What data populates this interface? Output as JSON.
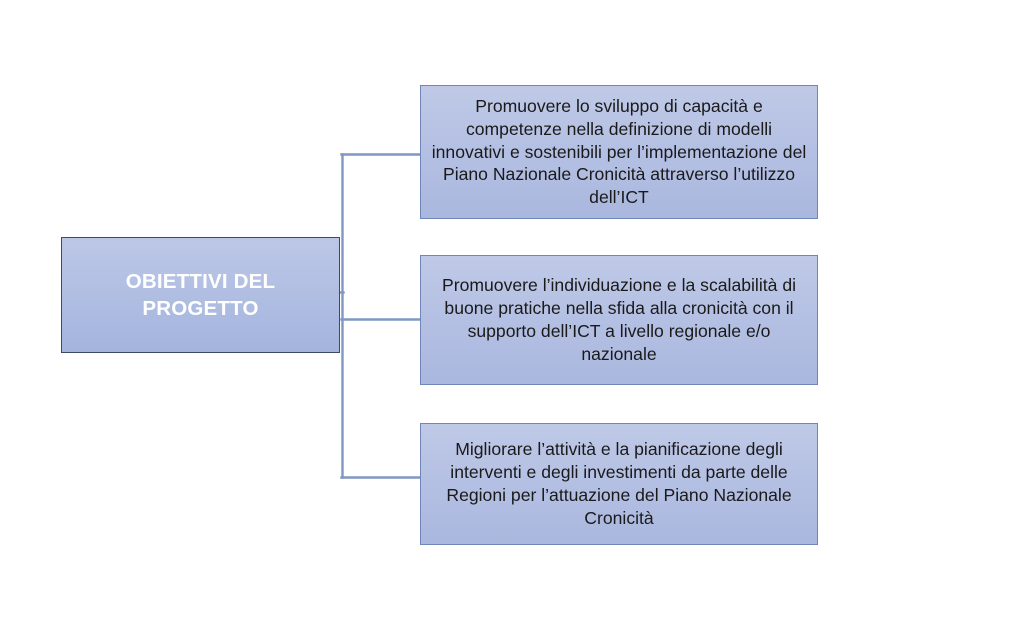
{
  "diagram": {
    "type": "hierarchy-bracket",
    "root": {
      "label": "OBIETTIVI DEL\nPROGETTO",
      "text_color": "#ffffff",
      "fill_color": "#b2bfe3",
      "border_color": "#3b4a66"
    },
    "branches": [
      {
        "id": "branch-1",
        "text": "Promuovere lo sviluppo di capacità e competenze nella definizione di modelli innovativi e sostenibili per l’implementazione del Piano Nazionale Cronicità attraverso l’utilizzo dell’ICT"
      },
      {
        "id": "branch-2",
        "text": "Promuovere l’individuazione e la scalabilità di buone pratiche nella sfida alla cronicità con il supporto dell’ICT a livello regionale e/o nazionale"
      },
      {
        "id": "branch-3",
        "text": "Migliorare l’attività e la pianificazione degli interventi e degli investimenti da parte delle Regioni per l’attuazione del Piano Nazionale Cronicità"
      }
    ],
    "colors": {
      "leaf_fill": "#b4c0e3",
      "leaf_border": "#7186b8",
      "connector": "#8096c4",
      "background": "#ffffff"
    }
  }
}
